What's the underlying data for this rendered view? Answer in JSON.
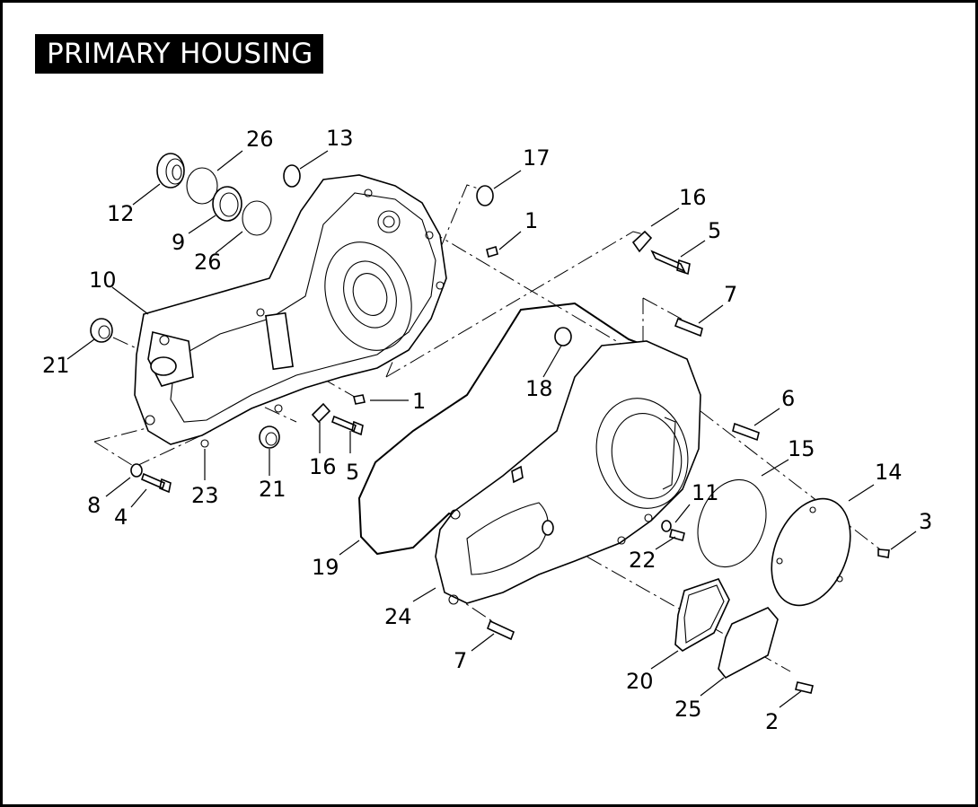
{
  "title": "PRIMARY HOUSING",
  "callouts": [
    {
      "id": "c26a",
      "label": "26"
    },
    {
      "id": "c13",
      "label": "13"
    },
    {
      "id": "c17",
      "label": "17"
    },
    {
      "id": "c12",
      "label": "12"
    },
    {
      "id": "c9",
      "label": "9"
    },
    {
      "id": "c26b",
      "label": "26"
    },
    {
      "id": "c1a",
      "label": "1"
    },
    {
      "id": "c16a",
      "label": "16"
    },
    {
      "id": "c5a",
      "label": "5"
    },
    {
      "id": "c10",
      "label": "10"
    },
    {
      "id": "c7a",
      "label": "7"
    },
    {
      "id": "c21a",
      "label": "21"
    },
    {
      "id": "c18",
      "label": "18"
    },
    {
      "id": "c1b",
      "label": "1"
    },
    {
      "id": "c6",
      "label": "6"
    },
    {
      "id": "c15",
      "label": "15"
    },
    {
      "id": "c16b",
      "label": "16"
    },
    {
      "id": "c5b",
      "label": "5"
    },
    {
      "id": "c14",
      "label": "14"
    },
    {
      "id": "c23",
      "label": "23"
    },
    {
      "id": "c21b",
      "label": "21"
    },
    {
      "id": "c11",
      "label": "11"
    },
    {
      "id": "c3",
      "label": "3"
    },
    {
      "id": "c8",
      "label": "8"
    },
    {
      "id": "c4",
      "label": "4"
    },
    {
      "id": "c22",
      "label": "22"
    },
    {
      "id": "c19",
      "label": "19"
    },
    {
      "id": "c24",
      "label": "24"
    },
    {
      "id": "c7b",
      "label": "7"
    },
    {
      "id": "c20",
      "label": "20"
    },
    {
      "id": "c25",
      "label": "25"
    },
    {
      "id": "c2",
      "label": "2"
    }
  ]
}
